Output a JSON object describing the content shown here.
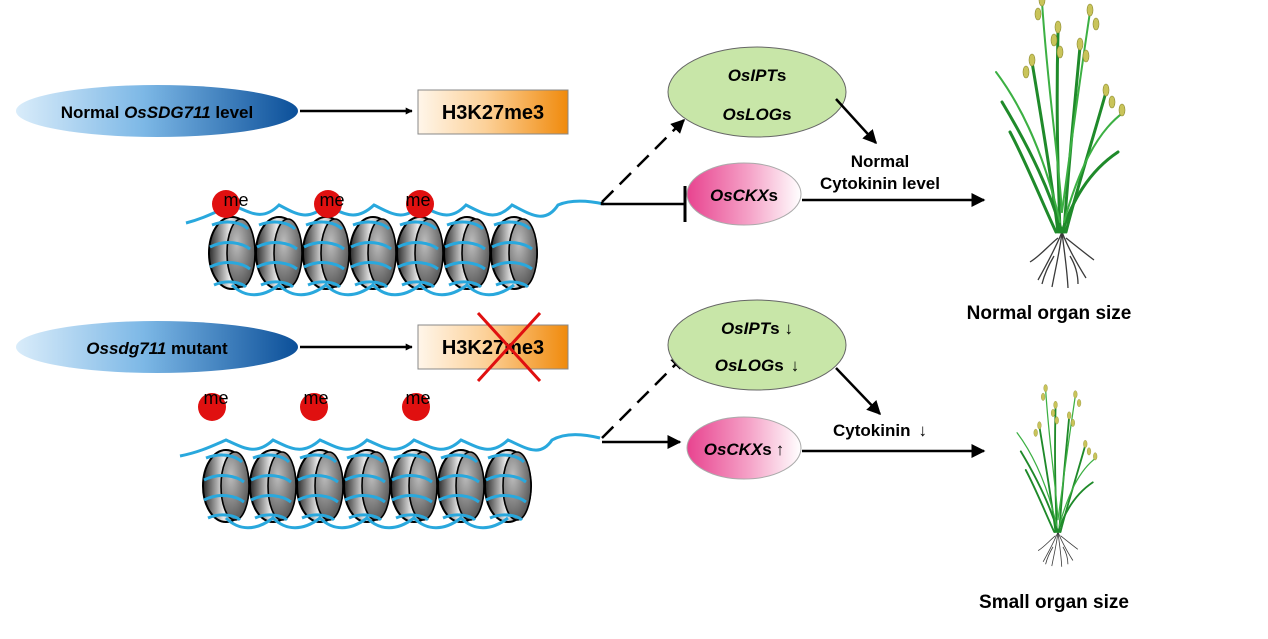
{
  "top": {
    "ellipse": {
      "pre": "Normal ",
      "gene": "OsSDG711",
      "post": " level"
    },
    "mark": "H3K27me3",
    "me_label": "me",
    "synth": {
      "ipt": "OsIPT",
      "ipt_s": "s",
      "log": "OsLOG",
      "log_s": "s"
    },
    "ckx": {
      "gene": "OsCKX",
      "s": "s"
    },
    "cytokinin": {
      "line1": "Normal",
      "line2": "Cytokinin level"
    },
    "outcome": "Normal organ size"
  },
  "bottom": {
    "ellipse": {
      "gene": "Ossdg711",
      "post": " mutant"
    },
    "mark": "H3K27me3",
    "me_label": "me",
    "synth": {
      "ipt": "OsIPT",
      "ipt_s": "s",
      "ipt_arrow": "↓",
      "log": "OsLOG",
      "log_s": "s",
      "log_arrow": "↓"
    },
    "ckx": {
      "gene": "OsCKX",
      "s": "s",
      "arrow": "↑"
    },
    "cytokinin": {
      "label": "Cytokinin",
      "arrow": "↓"
    },
    "outcome": "Small organ size"
  },
  "colors": {
    "dna": "#29a8dd",
    "me_dot": "#e01010",
    "synth_fill": "#c8e6a8",
    "ckx_pink": "#e8549a",
    "h3_orange": "#f39a1e",
    "ellipse_blue": "#0b4f99",
    "cross": "#e01010"
  }
}
